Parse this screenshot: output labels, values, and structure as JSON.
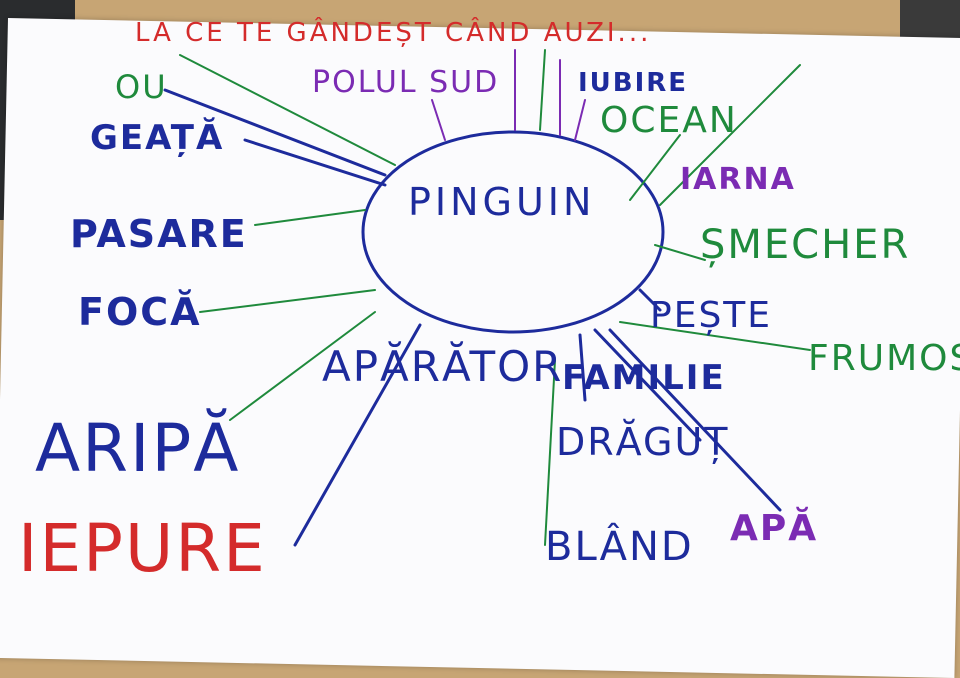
{
  "title": "LA CE TE GÂNDEȘT CÂND AUZI...",
  "center": "PINGUIN",
  "colors": {
    "blue": "#1d2b9c",
    "green": "#1f8a3c",
    "purple": "#7b2bb3",
    "red": "#d42b2b"
  },
  "words": [
    {
      "id": "ou",
      "text": "OU"
    },
    {
      "id": "geata",
      "text": "GEAȚĂ"
    },
    {
      "id": "pasare",
      "text": "PASARE"
    },
    {
      "id": "foca",
      "text": "FOCĂ"
    },
    {
      "id": "aripa",
      "text": "ARIPĂ"
    },
    {
      "id": "iepure",
      "text": "IEPURE"
    },
    {
      "id": "polul-sud",
      "text": "POLUL SUD"
    },
    {
      "id": "iubire",
      "text": "IUBIRE"
    },
    {
      "id": "ocean",
      "text": "OCEAN"
    },
    {
      "id": "iarna",
      "text": "IARNA"
    },
    {
      "id": "smecher",
      "text": "ȘMECHER"
    },
    {
      "id": "peste",
      "text": "PEȘTE"
    },
    {
      "id": "frumos",
      "text": "FRUMOS"
    },
    {
      "id": "aparator",
      "text": "APĂRĂTOR"
    },
    {
      "id": "familie",
      "text": "FAMILIE"
    },
    {
      "id": "dragut",
      "text": "DRĂGUȚ"
    },
    {
      "id": "bland",
      "text": "BLÂND"
    },
    {
      "id": "apa",
      "text": "APĂ"
    }
  ]
}
